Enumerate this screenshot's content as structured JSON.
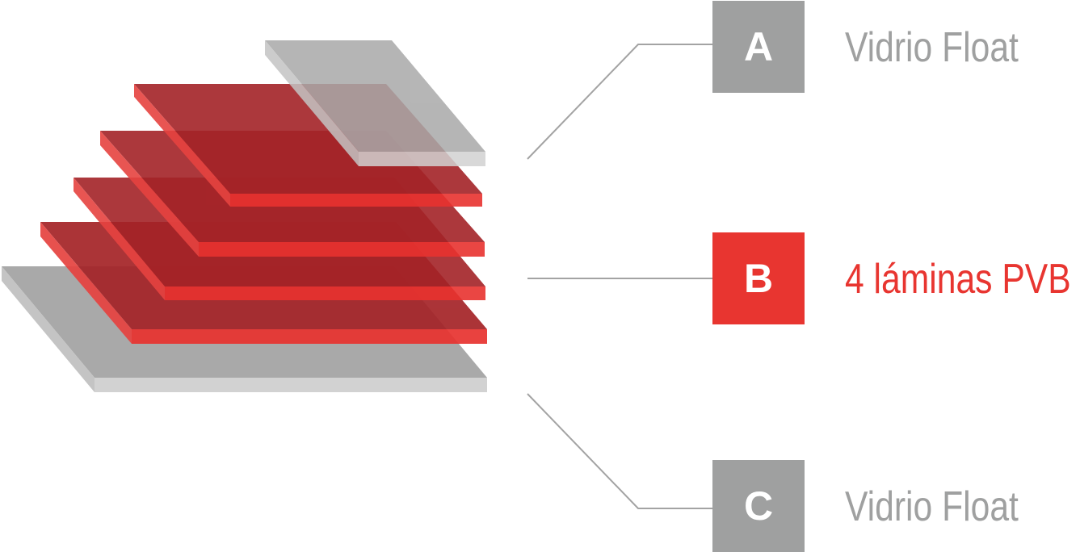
{
  "layers": [
    {
      "id": "A",
      "letter": "A",
      "label": "Vidrio Float",
      "badge_color": "#9fa0a0",
      "label_color": "#9fa0a0"
    },
    {
      "id": "B",
      "letter": "B",
      "label": "4 láminas PVB",
      "badge_color": "#e83530",
      "label_color": "#e83530"
    },
    {
      "id": "C",
      "letter": "C",
      "label": "Vidrio Float",
      "badge_color": "#9fa0a0",
      "label_color": "#9fa0a0"
    }
  ],
  "colors": {
    "glass_top": "#a9a9a9",
    "glass_edge": "#d2d2d2",
    "glass_side": "#c4c4c4",
    "pvb_top": "#a42327",
    "pvb_edge": "#e8322f",
    "pvb_side": "#e64340",
    "connector": "#a3a3a3"
  },
  "stack": {
    "glass_panes": 2,
    "pvb_sheets": 4
  }
}
